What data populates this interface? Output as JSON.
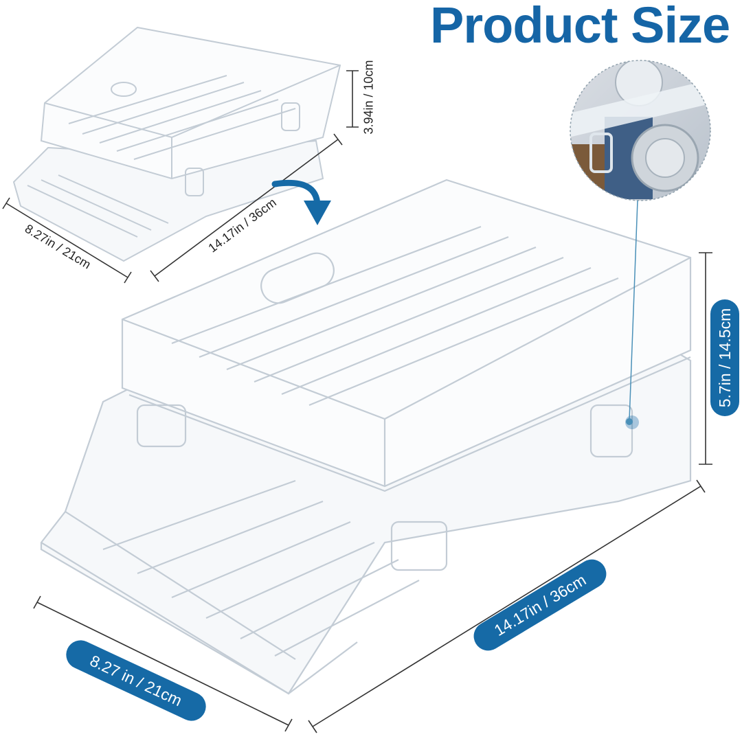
{
  "title": "Product Size",
  "colors": {
    "accent": "#166aa6",
    "title": "#1565a6",
    "outline": "#c9d3dc"
  },
  "small_unit": {
    "height_label": "3.94in / 10cm",
    "length_label": "14.17in / 36cm",
    "width_label": "8.27in / 21cm"
  },
  "large_unit": {
    "height_label": "5.7in / 14.5cm",
    "length_label": "14.17in / 36cm",
    "width_label": "8.27 in / 21cm"
  },
  "icons": [
    "curved-arrow-icon",
    "detail-zoom-circle"
  ]
}
